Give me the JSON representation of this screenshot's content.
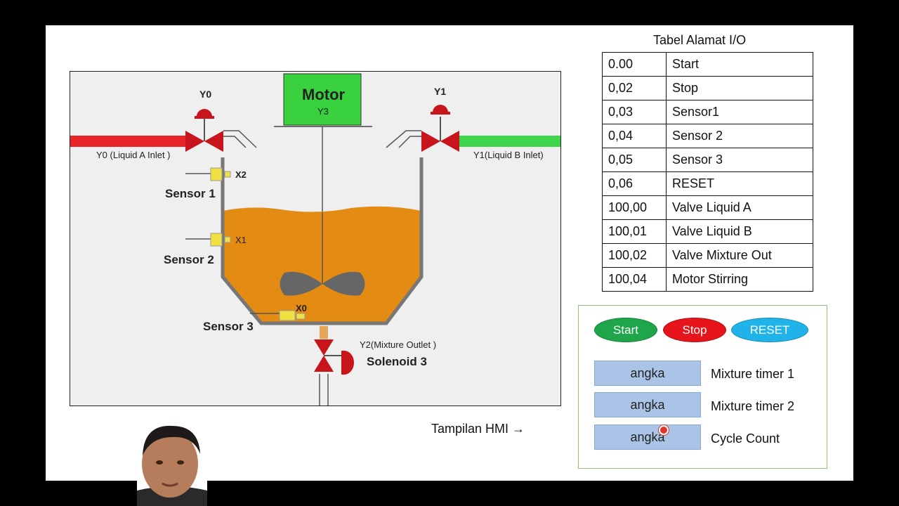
{
  "diagram": {
    "motor_title": "Motor",
    "motor_code": "Y3",
    "valve_y0_label": "Y0",
    "valve_y1_label": "Y1",
    "inlet_a": "Y0 (Liquid A Inlet )",
    "inlet_b": "Y1(Liquid B Inlet)",
    "sensor1": "Sensor 1",
    "sensor2": "Sensor 2",
    "sensor3": "Sensor 3",
    "x2": "X2",
    "x1": "X1",
    "x0": "X0",
    "outlet": "Y2(Mixture Outlet )",
    "solenoid": "Solenoid 3",
    "colors": {
      "tank_liquid": "#e38b12",
      "inlet_a_pipe": "#e8262a",
      "inlet_b_pipe": "#3fd44a",
      "motor_box": "#3ad13f",
      "valve": "#c8151b",
      "sensor": "#f0e040"
    }
  },
  "io_table": {
    "title": "Tabel Alamat I/O",
    "rows": [
      {
        "addr": "0.00",
        "name": "Start"
      },
      {
        "addr": "0,02",
        "name": "Stop"
      },
      {
        "addr": "0,03",
        "name": "Sensor1"
      },
      {
        "addr": "0,04",
        "name": "Sensor 2"
      },
      {
        "addr": "0,05",
        "name": "Sensor 3"
      },
      {
        "addr": "0,06",
        "name": "RESET"
      },
      {
        "addr": "100,00",
        "name": "Valve Liquid A"
      },
      {
        "addr": "100,01",
        "name": "Valve Liquid B"
      },
      {
        "addr": "100,02",
        "name": "Valve Mixture Out"
      },
      {
        "addr": "100,04",
        "name": "Motor Stirring"
      }
    ]
  },
  "hmi": {
    "start": "Start",
    "stop": "Stop",
    "reset": "RESET",
    "fields": [
      {
        "value": "angka",
        "label": "Mixture timer 1"
      },
      {
        "value": "angka",
        "label": "Mixture timer 2"
      },
      {
        "value": "angka",
        "label": "Cycle Count"
      }
    ],
    "colors": {
      "start": "#1fa64a",
      "stop": "#e8141c",
      "reset": "#1fb3ea"
    }
  },
  "caption": "Tampilan HMI →"
}
